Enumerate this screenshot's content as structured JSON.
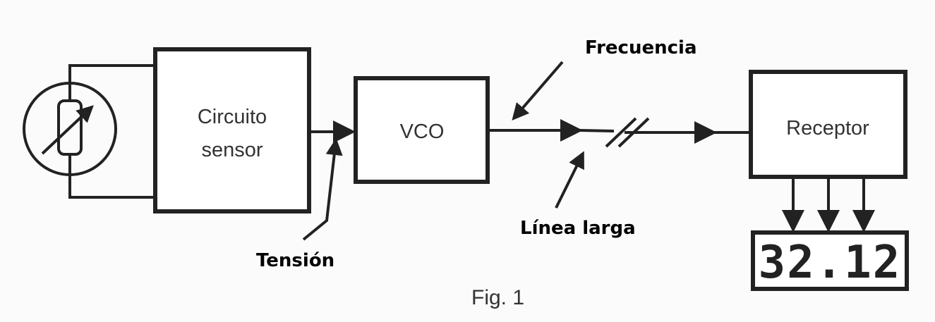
{
  "blocks": {
    "sensor_circuit": "Circuito sensor",
    "sensor_circuit_line1": "Circuito",
    "sensor_circuit_line2": "sensor",
    "vco": "VCO",
    "receiver": "Receptor"
  },
  "display": {
    "value": "32.12"
  },
  "annotations": {
    "voltage": "Tensión",
    "frequency": "Frecuencia",
    "long_line": "Línea larga"
  },
  "caption": "Fig. 1",
  "icons": {
    "sensor": "variable-resistor-in-circle-icon",
    "line_break": "double-slash-break-icon"
  },
  "colors": {
    "ink": "#222222",
    "annotation": "#000000",
    "background": "#fbfbfb"
  }
}
